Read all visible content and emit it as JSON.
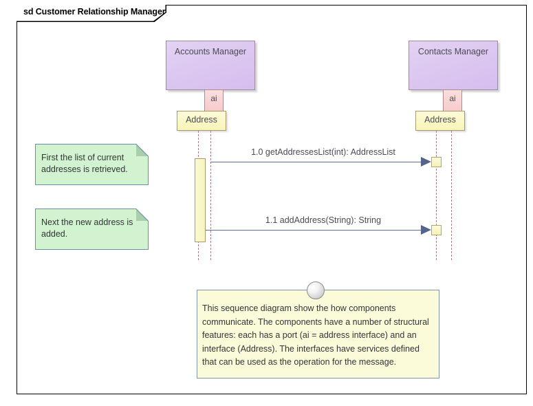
{
  "frame": {
    "stereotype": "sd",
    "title": "Customer Relationship Manager",
    "tab_label": "sd Customer Relationship Manager"
  },
  "lifelines": [
    {
      "id": "accounts-manager",
      "name": "Accounts Manager",
      "port_label": "ai",
      "interface_label": "Address"
    },
    {
      "id": "contacts-manager",
      "name": "Contacts Manager",
      "port_label": "ai",
      "interface_label": "Address"
    }
  ],
  "messages": [
    {
      "sequence": "1.0",
      "label": "1.0 getAddressesList(int): AddressList",
      "from": "accounts-manager",
      "to": "contacts-manager",
      "kind": "synchronous"
    },
    {
      "sequence": "1.1",
      "label": "1.1 addAddress(String): String",
      "from": "accounts-manager",
      "to": "contacts-manager",
      "kind": "synchronous"
    }
  ],
  "notes": [
    {
      "id": "note-first",
      "text": "First the list of current addresses is retrieved."
    },
    {
      "id": "note-next",
      "text": "Next the new address is added."
    }
  ],
  "bottom_note": {
    "text": "This sequence diagram show the how components communicate. The components have a number of structural features: each has a port (ai = address interface) and an interface (Address). The interfaces have services defined that can be used as the operation for the message."
  },
  "colors": {
    "lifeline_head_fill": "#dcc8f0",
    "port_fill": "#f7cbcb",
    "interface_fill": "#f8f5b8",
    "note_green_fill": "#d2f3cf",
    "note_yellow_fill": "#fbfbd9",
    "message_line": "#5f6f8f",
    "lifeline_dash": "#a87a86"
  }
}
